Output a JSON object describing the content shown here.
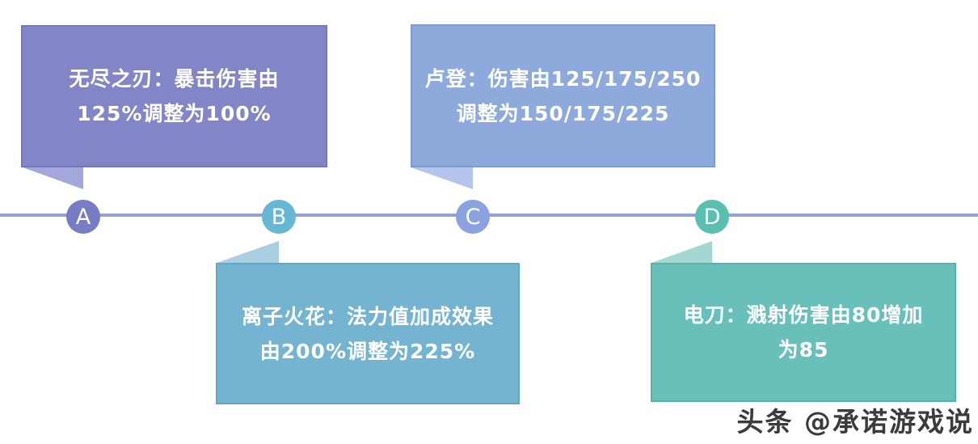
{
  "background": "#ffffff",
  "timeline": {
    "line_color": "#92a2da",
    "nodes": [
      {
        "label": "A",
        "color": "#787cc4"
      },
      {
        "label": "B",
        "color": "#66b7d3"
      },
      {
        "label": "C",
        "color": "#8aa2de"
      },
      {
        "label": "D",
        "color": "#58bfb1"
      }
    ]
  },
  "callouts": [
    {
      "node": "A",
      "position": "above",
      "line1": "无尽之刃：暴击伤害由",
      "line2": "125%调整为100%",
      "fill": "#8286c7",
      "border": "#7377bb",
      "tail": "#a3a7d9",
      "text_color": "#ffffff"
    },
    {
      "node": "B",
      "position": "below",
      "line1": "离子火花：法力值加成效果",
      "line2": "由200%调整为225%",
      "fill": "#74b4d1",
      "border": "#61a8c7",
      "tail": "#aacfe3",
      "text_color": "#ffffff"
    },
    {
      "node": "C",
      "position": "above",
      "line1": "卢登：伤害由125/175/250",
      "line2": "调整为150/175/225",
      "fill": "#8eaadd",
      "border": "#7e9ad0",
      "tail": "#b5c5ed",
      "text_color": "#ffffff"
    },
    {
      "node": "D",
      "position": "below",
      "line1": "电刀：溅射伤害由80增加",
      "line2": "为85",
      "fill": "#69c0bb",
      "border": "#57b2ab",
      "tail": "#a3d7d2",
      "text_color": "#ffffff"
    }
  ],
  "watermark": {
    "text": "头条 @承诺游戏说",
    "color": "#3b3b3b",
    "shadow_color": "#ffffff"
  }
}
